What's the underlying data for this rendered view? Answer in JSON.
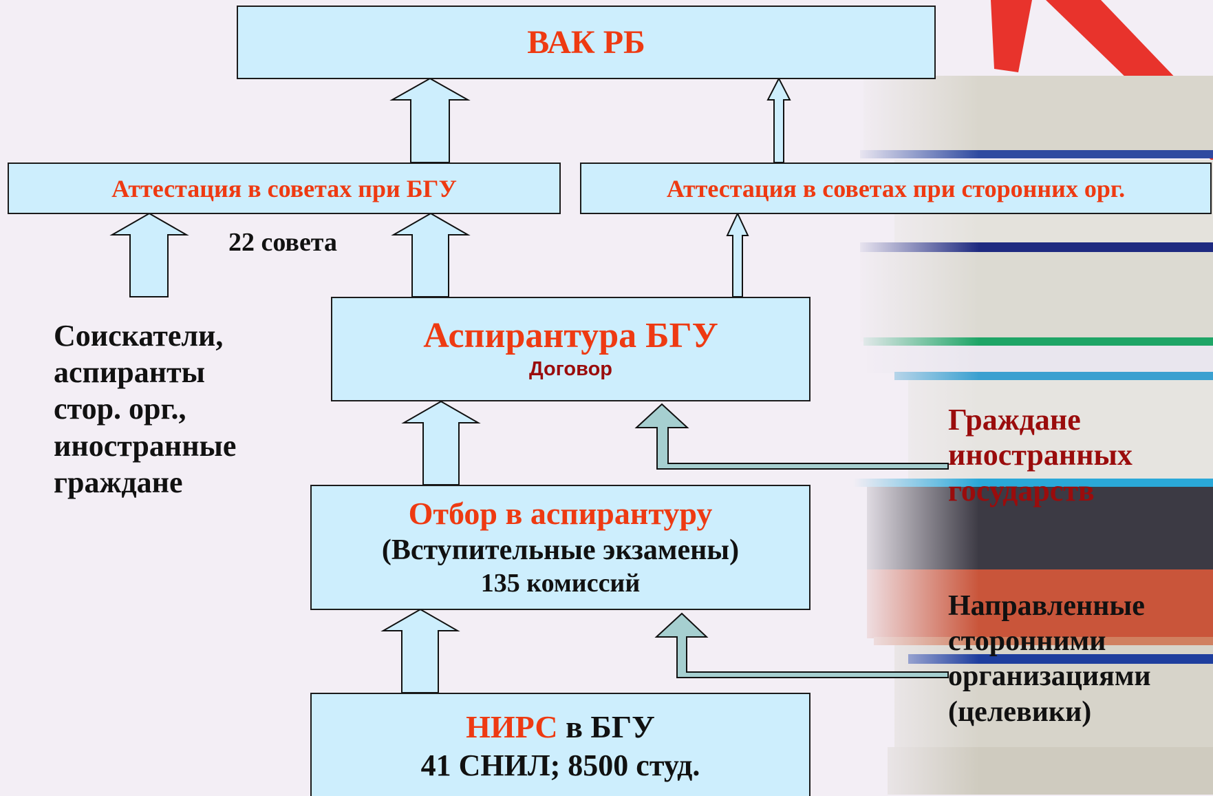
{
  "diagram": {
    "vak": "ВАК РБ",
    "attestation_bgu": "Аттестация в советах при БГУ",
    "attestation_other": "Аттестация в советах при сторонних орг.",
    "councils": "22 совета",
    "applicants": [
      "Соискатели,",
      "аспиранты",
      "стор. орг.,",
      "иностранные",
      "граждане"
    ],
    "aspirantura_title": "Аспирантура БГУ",
    "aspirantura_sub": "Договор",
    "foreign_citizens": [
      "Граждане",
      "иностранных",
      "государств"
    ],
    "selection_title": "Отбор в аспирантуру",
    "selection_sub": "(Вступительные экзамены)",
    "selection_count": "135 комиссий",
    "directed": [
      "Направленные",
      "сторонними",
      "организациями",
      "(целевики)"
    ],
    "nirs_prefix": "НИРС",
    "nirs_suffix": " в БГУ",
    "nirs_stats": "41 СНИЛ; 8500 студ."
  },
  "colors": {
    "box_fill": "#cdeefd",
    "red_text": "#ee3a12",
    "dark_red_text": "#9a0c0c",
    "teal_arrow": "#a6cfd0"
  }
}
